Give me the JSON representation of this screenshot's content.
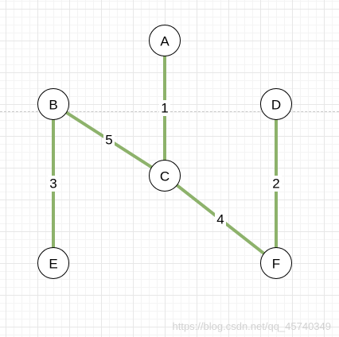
{
  "graph": {
    "node_labels": [
      "A",
      "B",
      "C",
      "D",
      "E",
      "F"
    ],
    "edges": [
      {
        "from": "A",
        "to": "C",
        "weight": "1"
      },
      {
        "from": "D",
        "to": "F",
        "weight": "2"
      },
      {
        "from": "B",
        "to": "E",
        "weight": "3"
      },
      {
        "from": "C",
        "to": "F",
        "weight": "4"
      },
      {
        "from": "B",
        "to": "C",
        "weight": "5"
      }
    ]
  },
  "colors": {
    "edge": "#8db26b",
    "node_stroke": "#000000",
    "node_fill": "#ffffff",
    "watermark": "#d2d2d2"
  },
  "watermark": "https://blog.csdn.net/qq_45740349"
}
